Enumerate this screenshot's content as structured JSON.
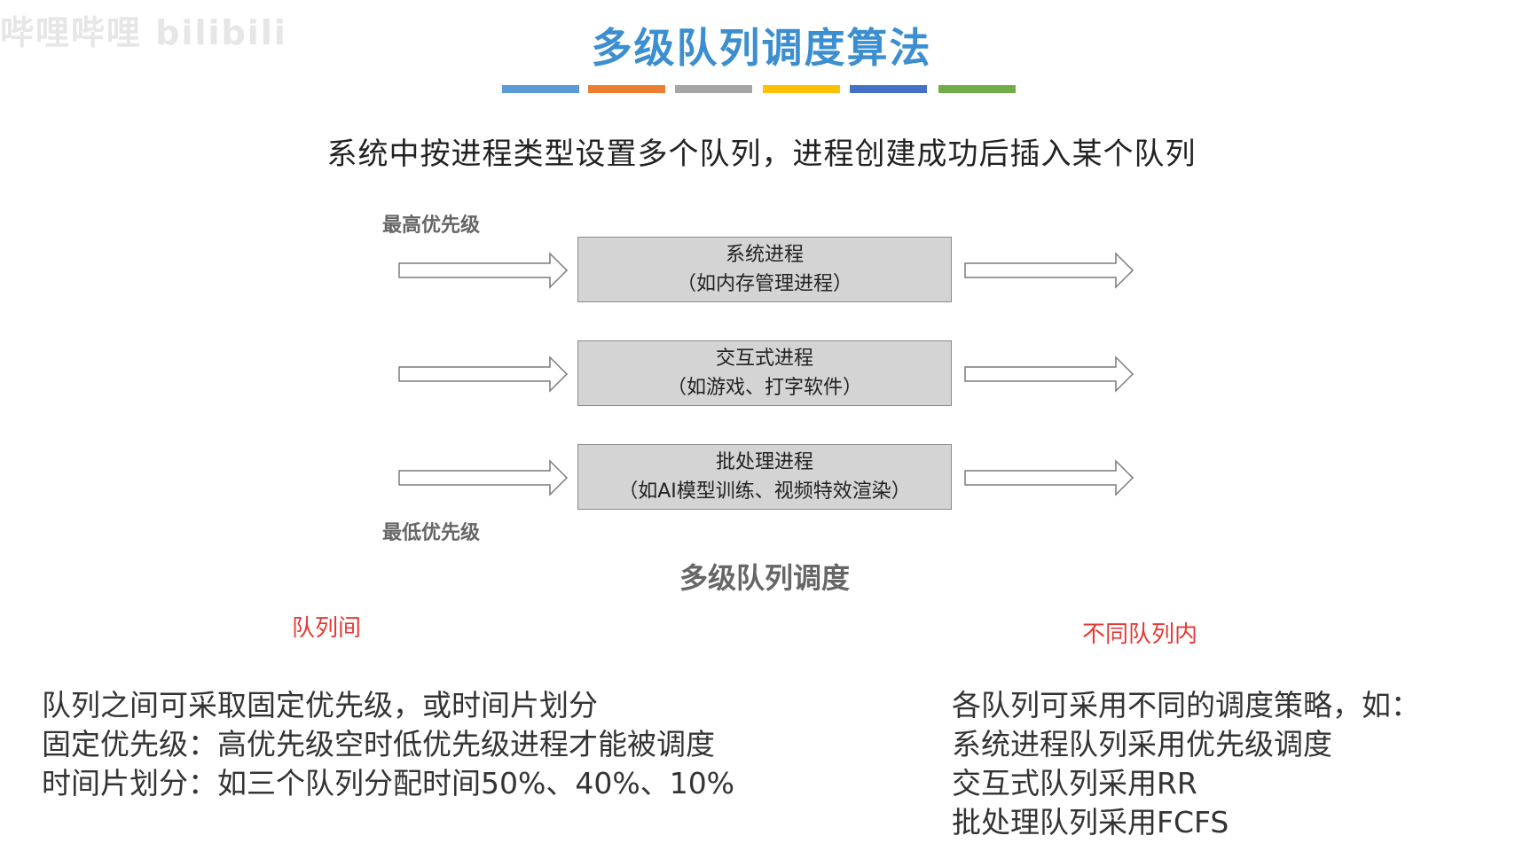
{
  "watermark": "哔哩哔哩 bilibili",
  "slide": {
    "title": "多级队列调度算法",
    "color_bars": [
      "#5a9bd5",
      "#ed7d31",
      "#a5a5a5",
      "#ffc000",
      "#4472c4",
      "#70ad47"
    ],
    "intro": "系统中按进程类型设置多个队列，进程创建成功后插入某个队列"
  },
  "diagram": {
    "top_label": "最高优先级",
    "bottom_label": "最低优先级",
    "queues": [
      {
        "name": "系统进程",
        "example": "（如内存管理进程）"
      },
      {
        "name": "交互式进程",
        "example": "（如游戏、打字软件）"
      },
      {
        "name": "批处理进程",
        "example": "（如AI模型训练、视频特效渲染）"
      }
    ],
    "caption": "多级队列调度"
  },
  "between_queues": {
    "label": "队列间",
    "lines": [
      "队列之间可采取固定优先级，或时间片划分",
      "固定优先级：高优先级空时低优先级进程才能被调度",
      "时间片划分：如三个队列分配时间50%、40%、10%"
    ]
  },
  "within_queues": {
    "label": "不同队列内",
    "lines": [
      "各队列可采用不同的调度策略，如：",
      "系统进程队列采用优先级调度",
      "交互式队列采用RR",
      "批处理队列采用FCFS"
    ]
  }
}
